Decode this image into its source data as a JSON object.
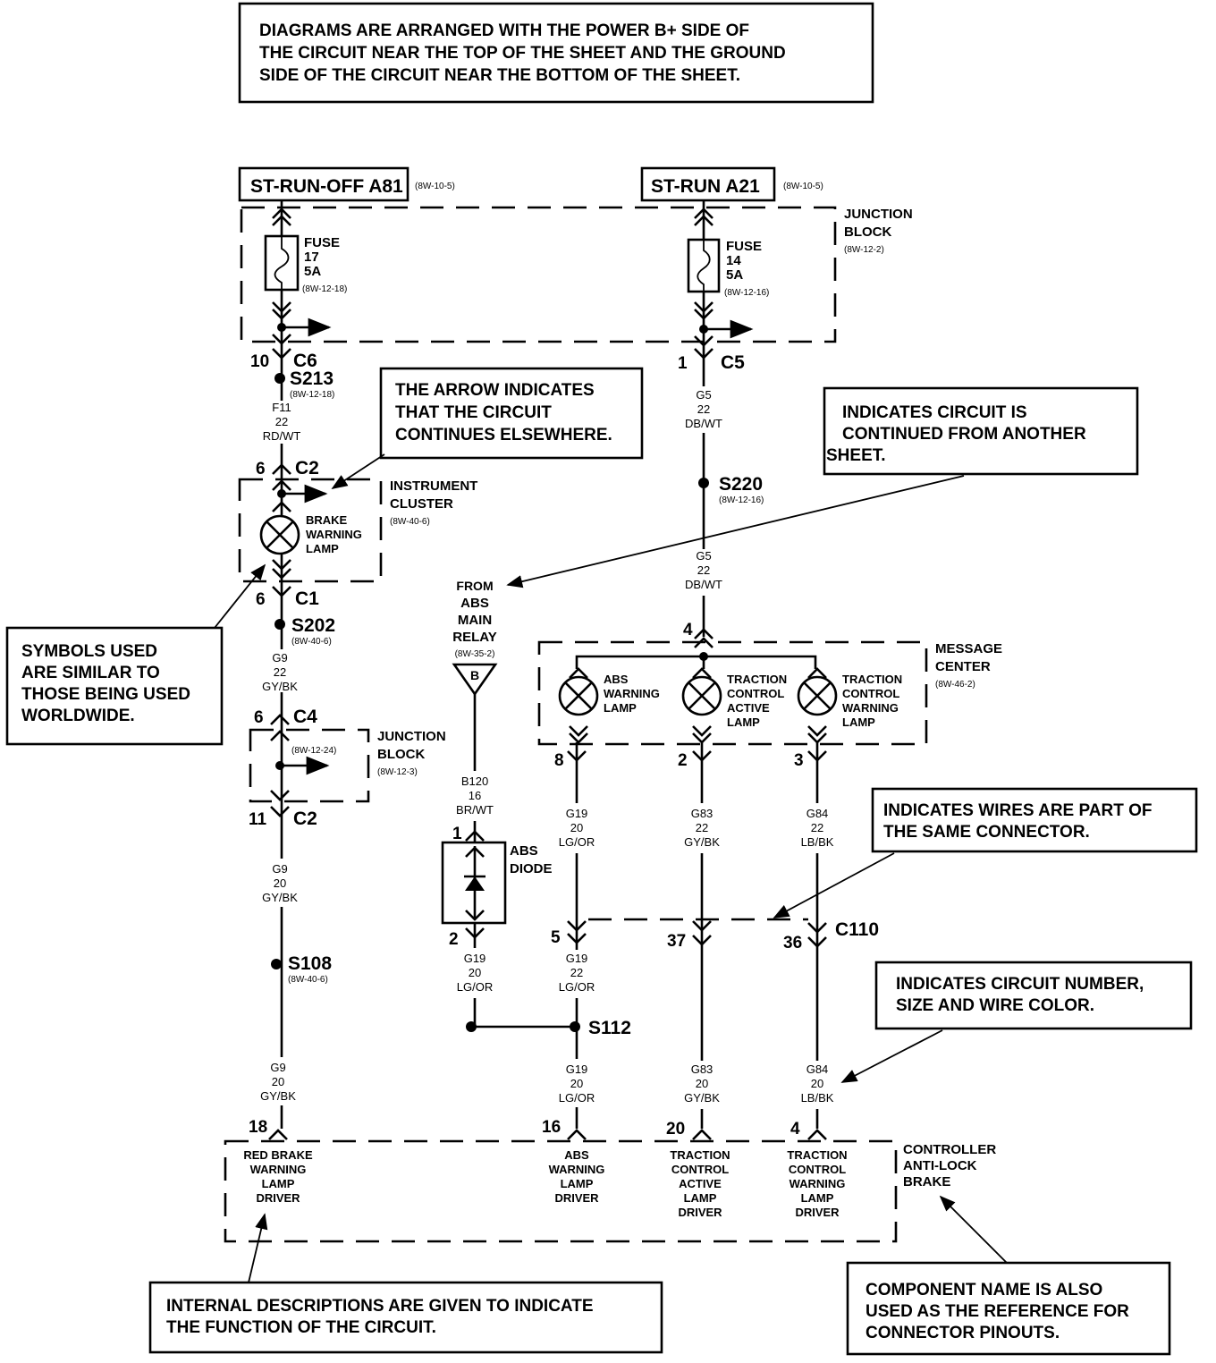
{
  "notes": {
    "top": [
      "DIAGRAMS ARE ARRANGED WITH THE POWER B+ SIDE OF",
      "THE CIRCUIT NEAR THE TOP OF THE SHEET  AND THE GROUND",
      "SIDE OF THE CIRCUIT NEAR THE BOTTOM OF THE SHEET."
    ],
    "arrow": [
      "THE ARROW INDICATES",
      "THAT THE CIRCUIT",
      "CONTINUES ELSEWHERE."
    ],
    "continued": [
      "INDICATES CIRCUIT IS",
      "CONTINUED FROM ANOTHER",
      "SHEET."
    ],
    "symbols": [
      "SYMBOLS USED",
      "ARE SIMILAR TO",
      "THOSE BEING USED",
      "WORLDWIDE."
    ],
    "same_connector": [
      "INDICATES WIRES ARE PART OF",
      "THE SAME CONNECTOR."
    ],
    "circuit_number": [
      "INDICATES CIRCUIT NUMBER,",
      "SIZE AND WIRE COLOR."
    ],
    "internal": [
      "INTERNAL DESCRIPTIONS ARE GIVEN TO INDICATE",
      "THE FUNCTION OF THE CIRCUIT."
    ],
    "component": [
      "COMPONENT NAME IS ALSO",
      "USED AS THE REFERENCE FOR",
      "CONNECTOR PINOUTS."
    ]
  },
  "power": {
    "left": {
      "label": "ST-RUN-OFF A81",
      "ref": "(8W-10-5)"
    },
    "right": {
      "label": "ST-RUN A21",
      "ref": "(8W-10-5)"
    }
  },
  "junction_block_top": {
    "name": [
      "JUNCTION",
      "BLOCK"
    ],
    "ref": "(8W-12-2)"
  },
  "fuses": [
    {
      "lines": [
        "FUSE",
        "17",
        "5A"
      ],
      "ref": "(8W-12-18)"
    },
    {
      "lines": [
        "FUSE",
        "14",
        "5A"
      ],
      "ref": "(8W-12-16)"
    }
  ],
  "connectors": {
    "c6": {
      "pin": "10",
      "name": "C6"
    },
    "c5": {
      "pin": "1",
      "name": "C5"
    },
    "c2_top": {
      "pin": "6",
      "name": "C2"
    },
    "c1": {
      "pin": "6",
      "name": "C1"
    },
    "c4": {
      "pin": "6",
      "name": "C4"
    },
    "c2_bottom": {
      "pin": "11",
      "name": "C2"
    },
    "c110": {
      "name": "C110",
      "pins": [
        "5",
        "37",
        "36"
      ]
    },
    "msg_in": {
      "pin": "4"
    },
    "msg_out": [
      "8",
      "2",
      "3"
    ],
    "diode": [
      "1",
      "2"
    ],
    "controller": [
      "18",
      "16",
      "20",
      "4"
    ]
  },
  "splices": {
    "s213": {
      "name": "S213",
      "ref": "(8W-12-18)"
    },
    "s220": {
      "name": "S220",
      "ref": "(8W-12-16)"
    },
    "s202": {
      "name": "S202",
      "ref": "(8W-40-6)"
    },
    "s108": {
      "name": "S108",
      "ref": "(8W-40-6)"
    },
    "s112": {
      "name": "S112"
    }
  },
  "wires": {
    "f11": [
      "F11",
      "22",
      "RD/WT"
    ],
    "g5a": [
      "G5",
      "22",
      "DB/WT"
    ],
    "g5b": [
      "G5",
      "22",
      "DB/WT"
    ],
    "g9a": [
      "G9",
      "22",
      "GY/BK"
    ],
    "g9b": [
      "G9",
      "20",
      "GY/BK"
    ],
    "g9c": [
      "G9",
      "20",
      "GY/BK"
    ],
    "b120": [
      "B120",
      "16",
      "BR/WT"
    ],
    "g19a": [
      "G19",
      "20",
      "LG/OR"
    ],
    "g19b": [
      "G19",
      "22",
      "LG/OR"
    ],
    "g19c": [
      "G19",
      "20",
      "LG/OR"
    ],
    "g19d": [
      "G19",
      "20",
      "LG/OR"
    ],
    "g83a": [
      "G83",
      "22",
      "GY/BK"
    ],
    "g83b": [
      "G83",
      "20",
      "GY/BK"
    ],
    "g84a": [
      "G84",
      "22",
      "LB/BK"
    ],
    "g84b": [
      "G84",
      "20",
      "LB/BK"
    ]
  },
  "instrument_cluster": {
    "name": [
      "INSTRUMENT",
      "CLUSTER"
    ],
    "ref": "(8W-40-6)",
    "lamp": [
      "BRAKE",
      "WARNING",
      "LAMP"
    ]
  },
  "junction_block_mid": {
    "name": [
      "JUNCTION",
      "BLOCK"
    ],
    "ref": "(8W-12-3)",
    "inner_ref": "(8W-12-24)"
  },
  "abs_relay": {
    "lines": [
      "FROM",
      "ABS",
      "MAIN",
      "RELAY"
    ],
    "ref": "(8W-35-2)",
    "marker": "B"
  },
  "abs_diode": [
    "ABS",
    "DIODE"
  ],
  "message_center": {
    "name": [
      "MESSAGE",
      "CENTER"
    ],
    "ref": "(8W-46-2)",
    "lamps": [
      [
        "ABS",
        "WARNING",
        "LAMP"
      ],
      [
        "TRACTION",
        "CONTROL",
        "ACTIVE",
        "LAMP"
      ],
      [
        "TRACTION",
        "CONTROL",
        "WARNING",
        "LAMP"
      ]
    ]
  },
  "controller": {
    "name": [
      "CONTROLLER",
      "ANTI-LOCK",
      "BRAKE"
    ],
    "drivers": [
      [
        "RED BRAKE",
        "WARNING",
        "LAMP",
        "DRIVER"
      ],
      [
        "ABS",
        "WARNING",
        "LAMP",
        "DRIVER"
      ],
      [
        "TRACTION",
        "CONTROL",
        "ACTIVE",
        "LAMP",
        "DRIVER"
      ],
      [
        "TRACTION",
        "CONTROL",
        "WARNING",
        "LAMP",
        "DRIVER"
      ]
    ]
  }
}
